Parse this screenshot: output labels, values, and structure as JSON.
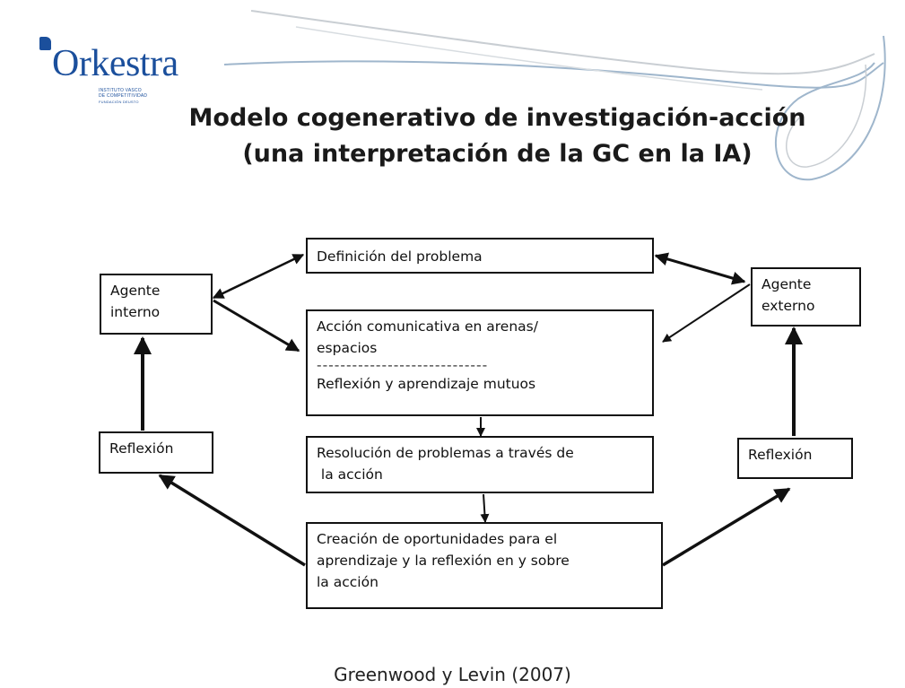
{
  "brand": {
    "name": "Orkestra",
    "subtitle_lines": [
      "INSTITUTO VASCO",
      "DE COMPETITIVIDAD"
    ],
    "subtitle_small": "FUNDACIÓN DEUSTO",
    "color": "#1b4f9c"
  },
  "title": {
    "line1": "Modelo cogenerativo de investigación-acción",
    "line2": "(una interpretación de la GC en la IA)"
  },
  "diagram": {
    "agente_interno": [
      "Agente",
      "interno"
    ],
    "agente_externo": [
      "Agente",
      "externo"
    ],
    "reflexion_left": "Reflexión",
    "reflexion_right": "Reflexión",
    "definicion": "Definición del problema",
    "accion_comunicativa": [
      "Acción comunicativa en arenas/",
      "espacios"
    ],
    "separator": "-----------------------------",
    "reflexion_aprendizaje": "Reflexión y aprendizaje mutuos",
    "resolucion": [
      "Resolución de problemas a través de",
      " la acción"
    ],
    "creacion": [
      "Creación de oportunidades para el",
      "aprendizaje y la reflexión en y sobre",
      "la acción"
    ]
  },
  "citation": "Greenwood y Levin (2007)",
  "colors": {
    "stroke": "#111111",
    "decor_blue": "#9fb6cc",
    "decor_grey": "#c9ced3"
  }
}
